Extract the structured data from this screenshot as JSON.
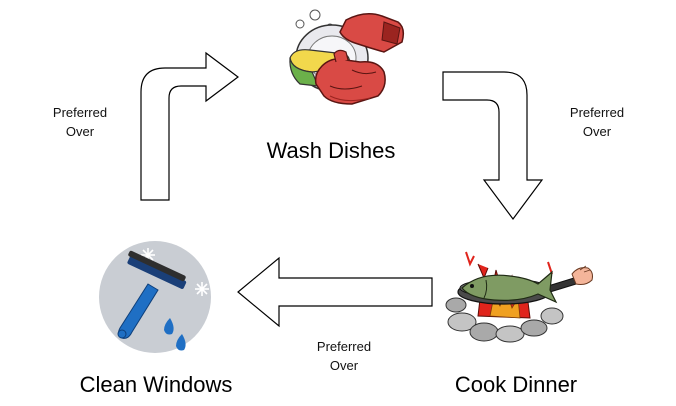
{
  "activities": {
    "wash_dishes": {
      "label": "Wash Dishes"
    },
    "cook_dinner": {
      "label": "Cook Dinner"
    },
    "clean_windows": {
      "label": "Clean Windows"
    }
  },
  "edges": {
    "windows_to_dishes": {
      "line1": "Preferred",
      "line2": "Over"
    },
    "dishes_to_dinner": {
      "line1": "Preferred",
      "line2": "Over"
    },
    "dinner_to_windows": {
      "line1": "Preferred",
      "line2": "Over"
    }
  },
  "colors": {
    "arrow_stroke": "#000000",
    "arrow_fill": "#ffffff",
    "glove": "#d94a45",
    "glove_dark": "#9b2420",
    "sponge_green": "#6bb04a",
    "sponge_yellow": "#f2d84c",
    "plate": "#e9e9ee",
    "squeegee_blue": "#1f6fc4",
    "window_circle": "#c9cdd3",
    "fish": "#7f9b63",
    "pan": "#4a4a4a",
    "flame_red": "#e0241c",
    "rock": "#9a9a9a",
    "hand": "#f4b59a"
  },
  "icons": {
    "wash_dishes": "gloves-washing-plate-icon",
    "cook_dinner": "fish-in-pan-on-campfire-icon",
    "clean_windows": "squeegee-icon"
  }
}
